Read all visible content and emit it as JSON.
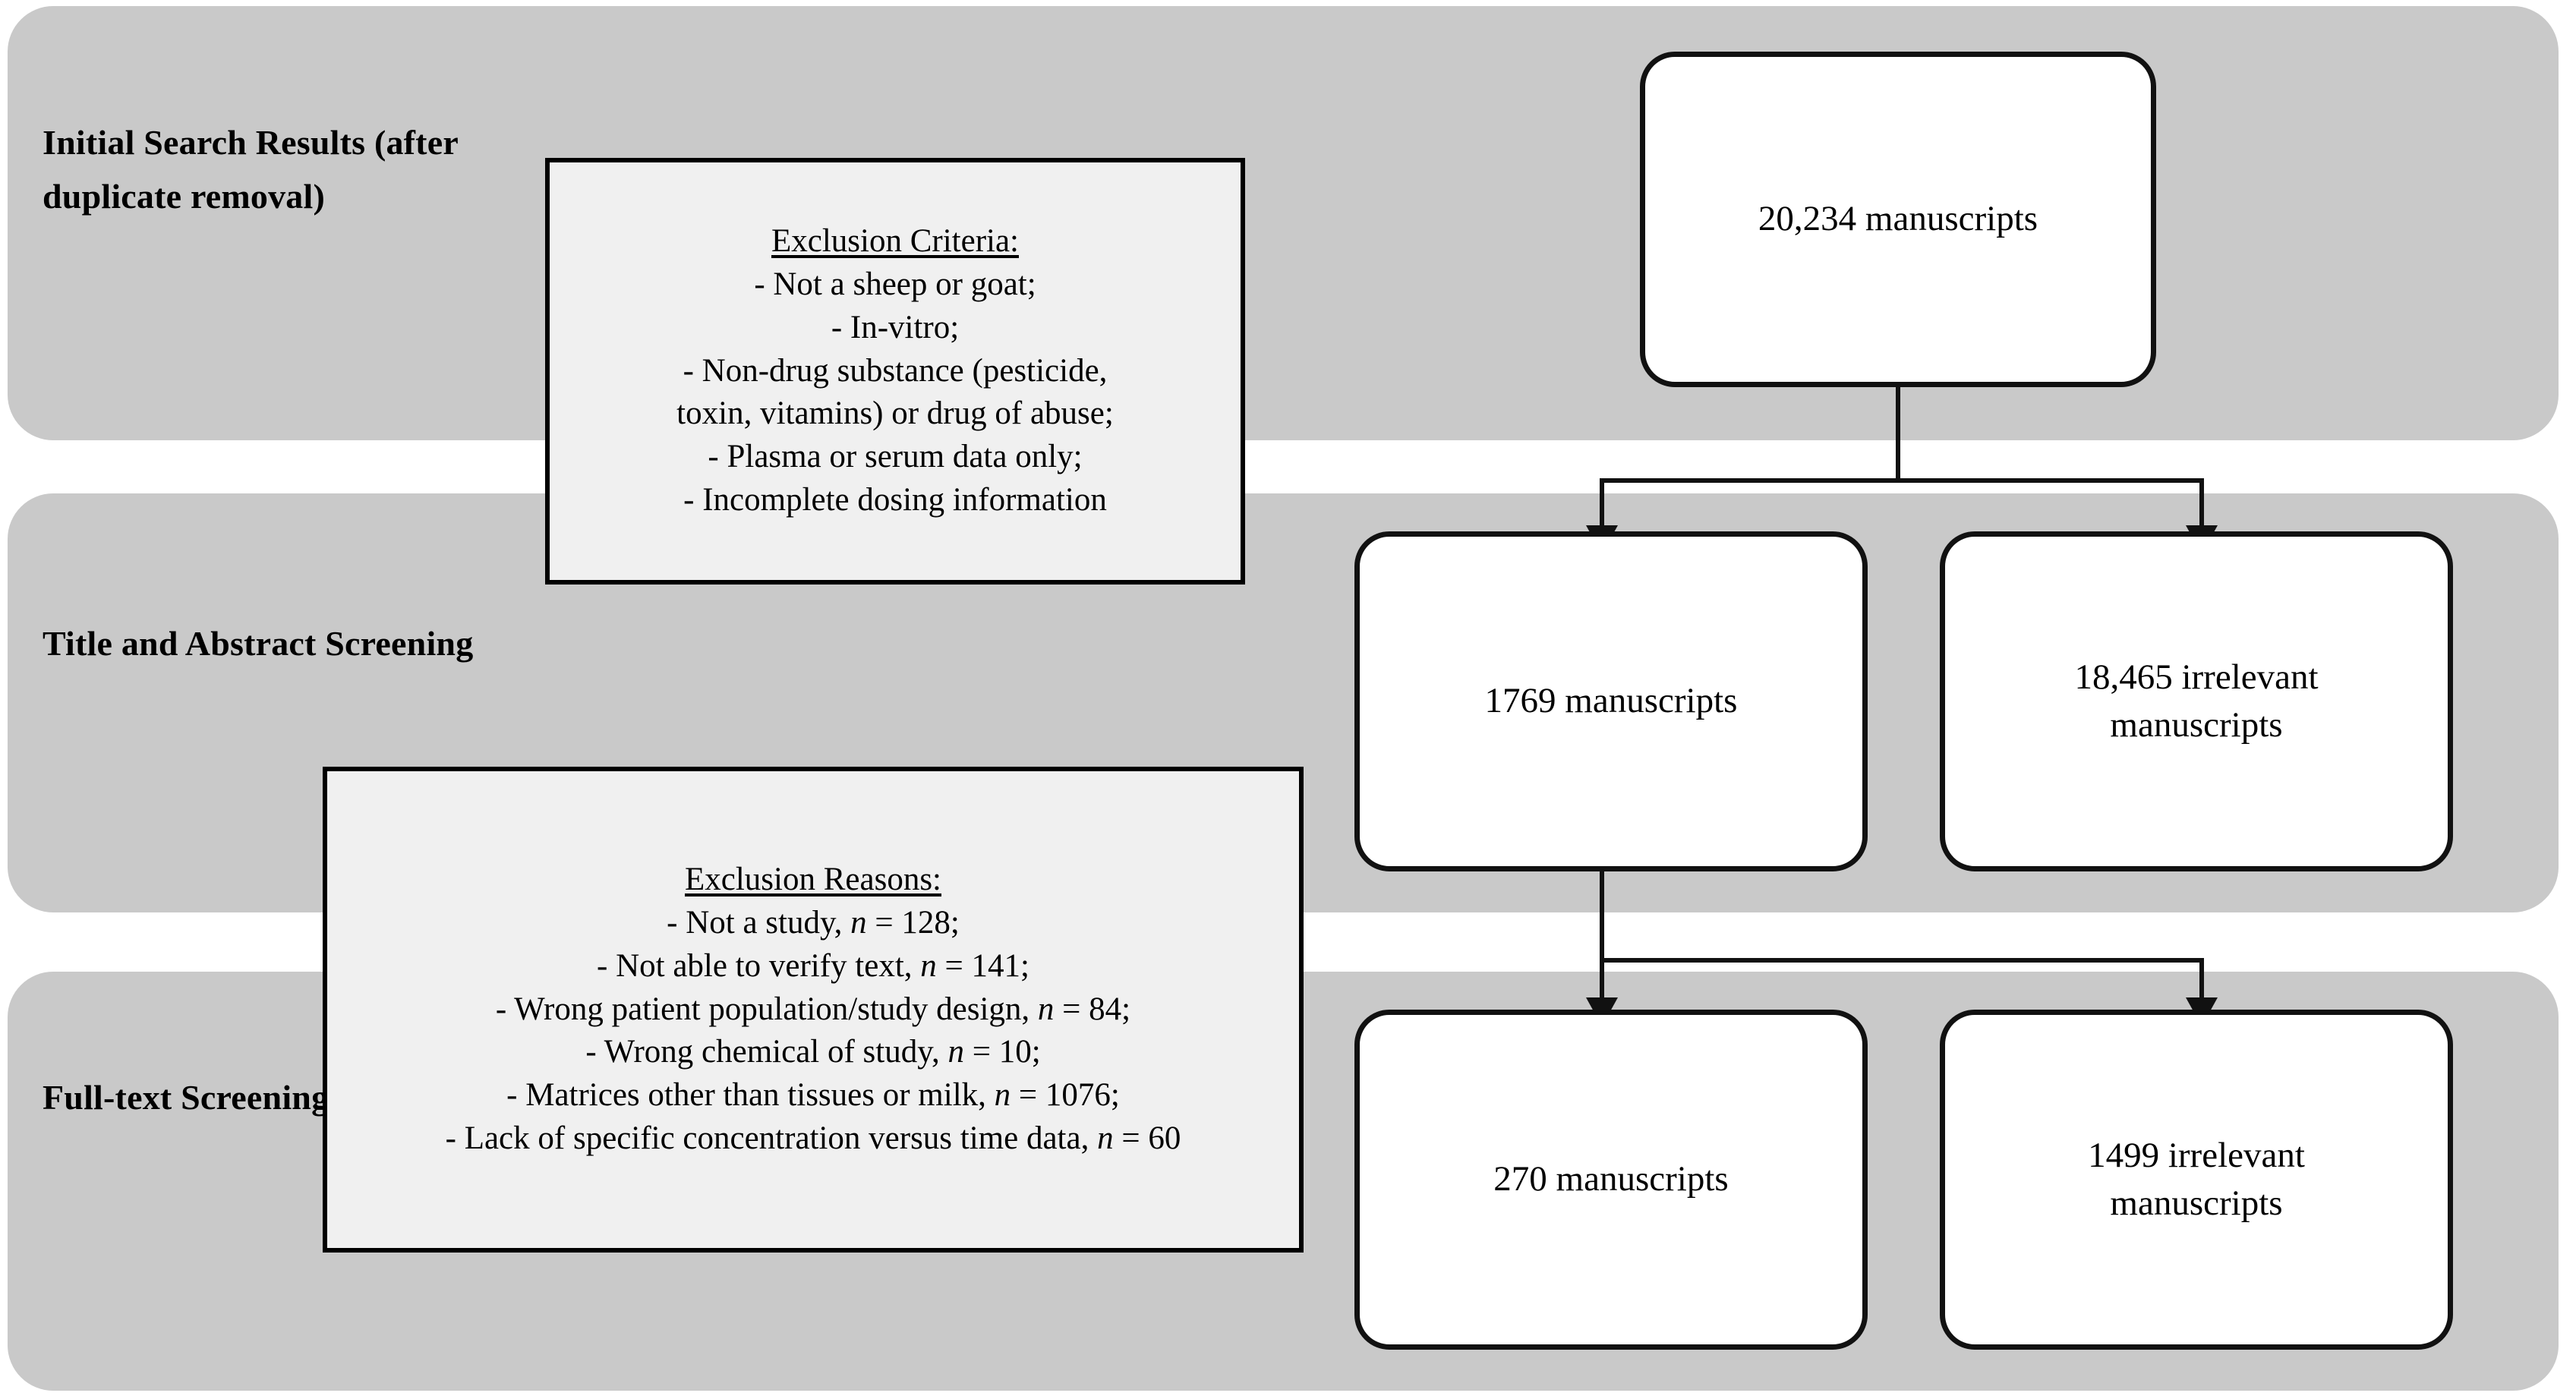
{
  "diagram": {
    "type": "prisma-flow",
    "title": "Systematic review manuscript screening flow",
    "colors": {
      "band": "#c9c9c9",
      "note_fill": "#f0f0f0",
      "box_fill": "#ffffff",
      "stroke": "#111111",
      "page": "#ffffff"
    }
  },
  "stages": [
    {
      "id": "initial-search",
      "label": "Initial Search Results (after duplicate removal)"
    },
    {
      "id": "title-abstract",
      "label": "Title and Abstract Screening"
    },
    {
      "id": "full-text",
      "label": "Full-text Screening"
    }
  ],
  "notes": [
    {
      "id": "exclusion-criteria",
      "title": "Exclusion Criteria:",
      "lines": [
        "- Not a sheep or goat;",
        "- In-vitro;",
        "- Non-drug substance (pesticide,",
        "toxin, vitamins) or drug of abuse;",
        "- Plasma or serum data only;",
        "- Incomplete dosing information"
      ]
    },
    {
      "id": "exclusion-reasons",
      "title": "Exclusion Reasons:",
      "items": [
        {
          "reason": "- Not a study,",
          "n_label": "n",
          "eq": "= 128;"
        },
        {
          "reason": "- Not able to verify text,",
          "n_label": "n",
          "eq": "= 141;"
        },
        {
          "reason": "- Wrong patient population/study design,",
          "n_label": "n",
          "eq": "= 84;"
        },
        {
          "reason": "- Wrong chemical of study,",
          "n_label": "n",
          "eq": "= 10;"
        },
        {
          "reason": "- Matrices other than tissues or milk,",
          "n_label": "n",
          "eq": "= 1076;"
        },
        {
          "reason": "- Lack of specific concentration versus time data,",
          "n_label": "n",
          "eq": "= 60"
        }
      ]
    }
  ],
  "boxes": [
    {
      "id": "records-identified",
      "line1": "20,234 manuscripts",
      "line2": ""
    },
    {
      "id": "records-screened",
      "line1": "1769 manuscripts",
      "line2": ""
    },
    {
      "id": "records-excluded-screening",
      "line1": "18,465 irrelevant",
      "line2": "manuscripts"
    },
    {
      "id": "records-included",
      "line1": "270 manuscripts",
      "line2": ""
    },
    {
      "id": "records-excluded-fulltext",
      "line1": "1499 irrelevant",
      "line2": "manuscripts"
    }
  ]
}
